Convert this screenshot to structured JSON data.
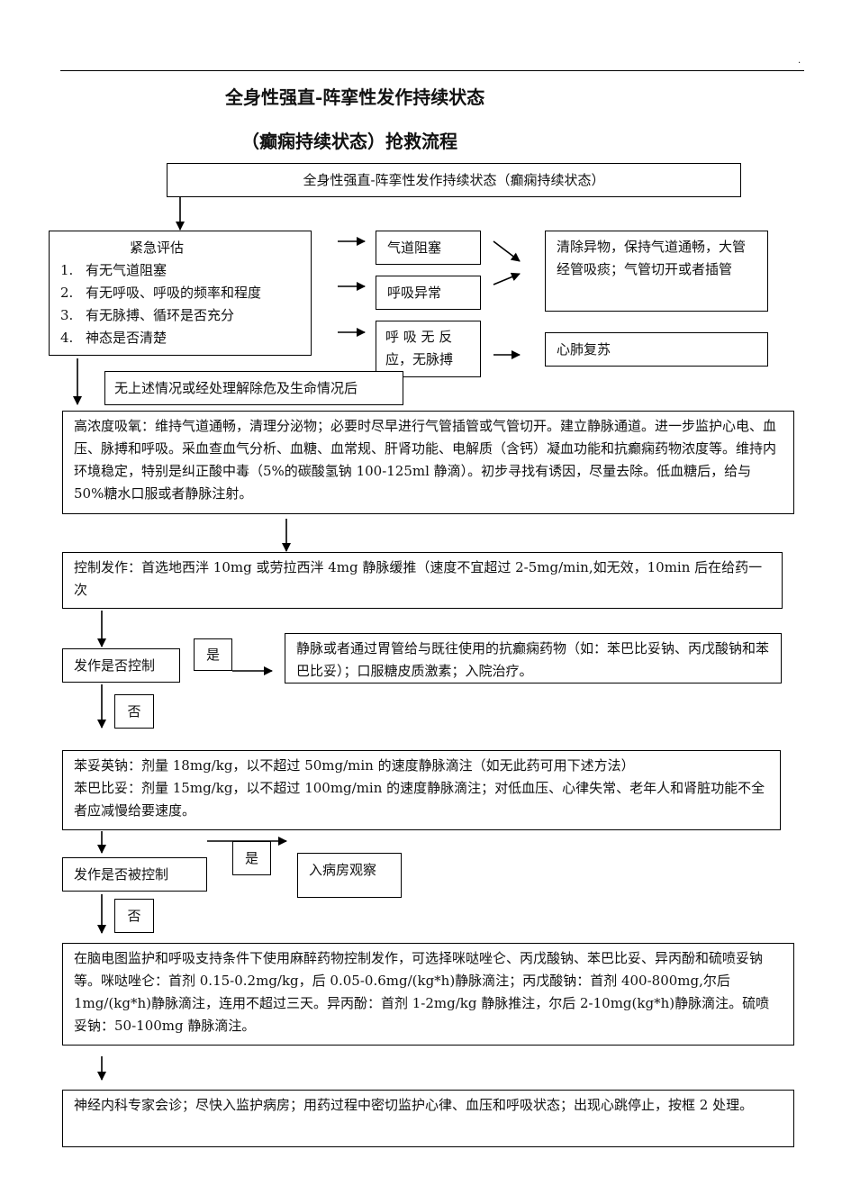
{
  "header": {
    "corner_mark": "."
  },
  "title": {
    "line1": "全身性强直-阵挛性发作持续状态",
    "line2": "（癫痫持续状态）抢救流程"
  },
  "nodes": {
    "top": "全身性强直-阵挛性发作持续状态（癫痫持续状态）",
    "assess_title": "紧急评估",
    "assess_items": [
      {
        "n": "1.",
        "t": "有无气道阻塞"
      },
      {
        "n": "2.",
        "t": "有无呼吸、呼吸的频率和程度"
      },
      {
        "n": "3.",
        "t": "有无脉搏、循环是否充分"
      },
      {
        "n": "4.",
        "t": "神态是否清楚"
      }
    ],
    "airway": "气道阻塞",
    "breathing": "呼吸异常",
    "no_response": "呼 吸 无 反 应，无脉搏",
    "clear_airway": "清除异物，保持气道通畅，大管经管吸痰；气管切开或者插管",
    "cpr": "心肺复苏",
    "none_label": "无上述情况或经处理解除危及生命情况后",
    "oxygen": "高浓度吸氧：维持气道通畅，清理分泌物；必要时尽早进行气管插管或气管切开。建立静脉通道。进一步监护心电、血压、脉搏和呼吸。采血查血气分析、血糖、血常规、肝肾功能、电解质（含钙）凝血功能和抗癫痫药物浓度等。维持内环境稳定，特别是纠正酸中毒（5%的碳酸氢钠 100-125ml 静滴）。初步寻找有诱因，尽量去除。低血糖后，给与 50%糖水口服或者静脉注射。",
    "control": "控制发作：首选地西泮 10mg 或劳拉西泮 4mg 静脉缓推（速度不宜超过 2-5mg/min,如无效，10min 后在给药一次",
    "q1": "发作是否控制",
    "yes1": "是",
    "no1": "否",
    "maintain": "静脉或者通过胃管给与既往使用的抗癫痫药物（如：苯巴比妥钠、丙戊酸钠和苯巴比妥）；口服糖皮质激素；入院治疗。",
    "phenytoin": "苯妥英钠：剂量 18mg/kg，以不超过 50mg/min 的速度静脉滴注（如无此药可用下述方法）\n苯巴比妥：剂量 15mg/kg，以不超过 100mg/min 的速度静脉滴注；对低血压、心律失常、老年人和肾脏功能不全者应减慢给要速度。",
    "q2": "发作是否被控制",
    "yes2": "是",
    "no2": "否",
    "ward": "入病房观察",
    "anesthesia": "在脑电图监护和呼吸支持条件下使用麻醉药物控制发作，可选择咪哒唑仑、丙戊酸钠、苯巴比妥、异丙酚和硫喷妥钠等。咪哒唑仑：首剂 0.15-0.2mg/kg，后 0.05-0.6mg/(kg*h)静脉滴注；丙戊酸钠：首剂 400-800mg,尔后 1mg/(kg*h)静脉滴注，连用不超过三天。异丙酚：首剂 1-2mg/kg 静脉推注，尔后 2-10mg(kg*h)静脉滴注。硫喷妥钠：50-100mg 静脉滴注。",
    "consult": "神经内科专家会诊；尽快入监护病房；用药过程中密切监护心律、血压和呼吸状态；出现心跳停止，按框 2 处理。"
  }
}
